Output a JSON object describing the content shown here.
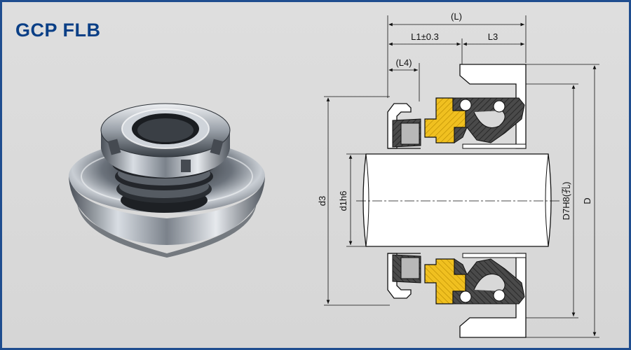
{
  "title": "GCP FLB",
  "colors": {
    "border": "#1f4d8f",
    "title": "#0a3f86",
    "background": "#d8d8d8",
    "rubber": "#4a4a4a",
    "seal_face": "#f0c020"
  },
  "dimensions": {
    "L": "(L)",
    "L1": "L1±0.3",
    "L3": "L3",
    "L4": "(L4)",
    "d3": "d3",
    "d1": "d1h6",
    "D7": "D7H8(孔)",
    "D": "D"
  },
  "images": {
    "product_photo": "seal-assembly-photo",
    "drawing": "cross-section-drawing"
  }
}
